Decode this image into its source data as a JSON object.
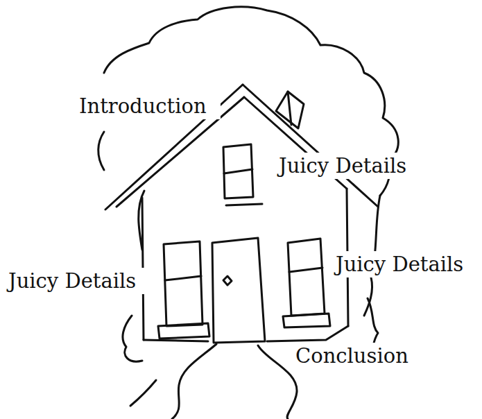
{
  "diagram": {
    "labels": [
      "Introduction",
      "Juicy Details",
      "Juicy Details",
      "Juicy Details",
      "Conclusion"
    ]
  }
}
